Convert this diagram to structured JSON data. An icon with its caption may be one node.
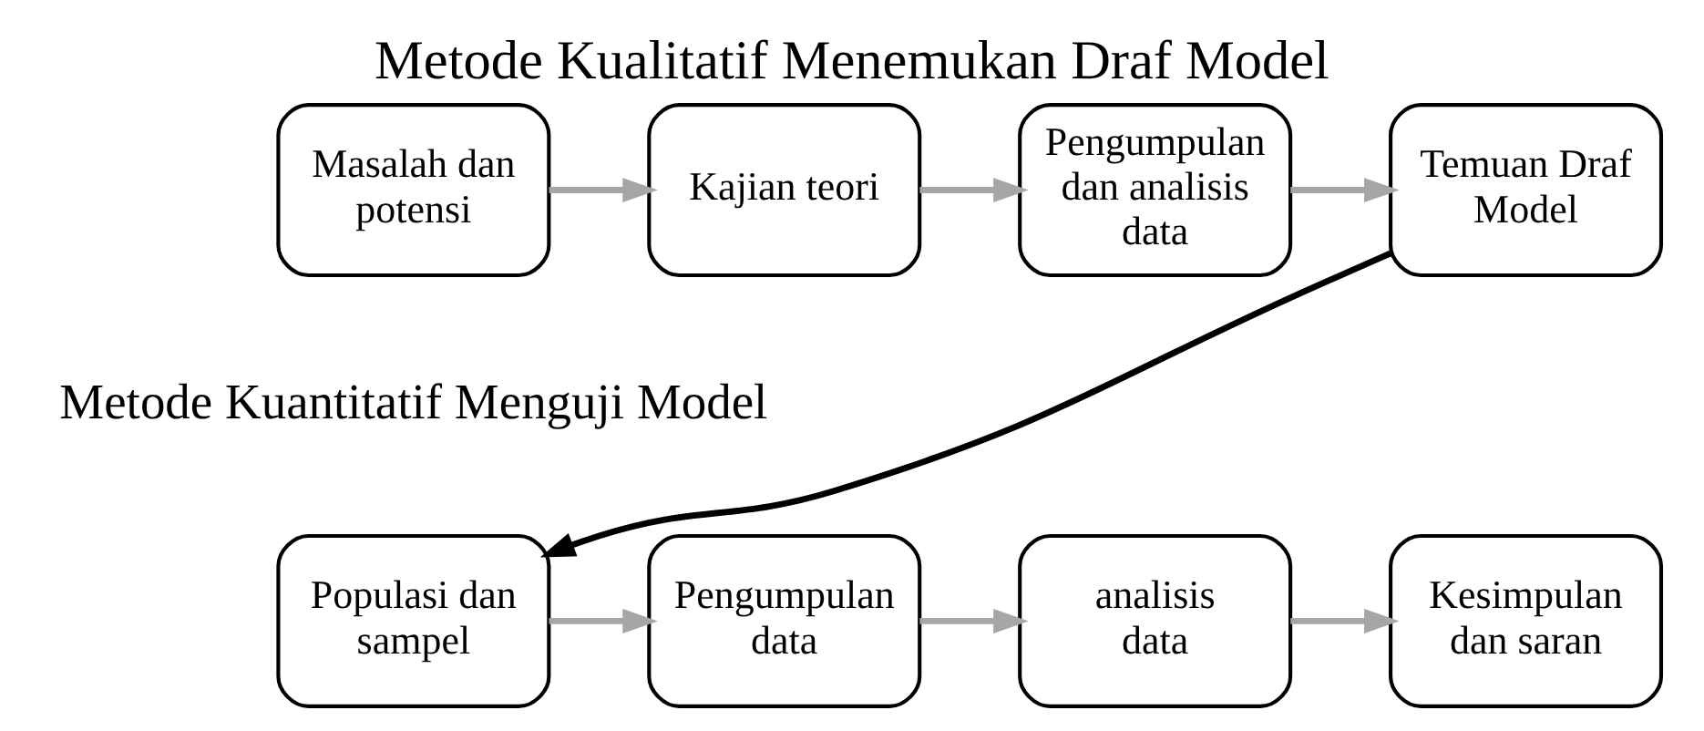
{
  "diagram": {
    "title": "Metode Kualitatif Menemukan Draf Model",
    "nodes": [
      {
        "text": [
          "Masalah dan potensi"
        ]
      },
      {
        "text": [
          "Kajian teori"
        ]
      },
      {
        "text": [
          "Pengumpulan dan analisis data"
        ]
      },
      {
        "text": [
          "Temuan Draf Model"
        ]
      },
      {
        "text": [
          "Populasi dan sampel"
        ]
      },
      {
        "text": [
          "Pengumpulan data"
        ]
      },
      {
        "text": [
          "analisis data"
        ]
      },
      {
        "text": [
          "Kesimpulan dan saran"
        ]
      }
    ],
    "edges": [
      {
        "from": 0,
        "to": 1,
        "arrow": "to"
      },
      {
        "from": 1,
        "to": 2,
        "arrow": "to"
      },
      {
        "from": 2,
        "to": 3,
        "arrow": "to"
      },
      {
        "from": 3,
        "to": 4,
        "arrow": "to",
        "color": "#000000"
      },
      {
        "from": 4,
        "to": 5,
        "arrow": "to"
      },
      {
        "from": 5,
        "to": 6,
        "arrow": "to"
      },
      {
        "from": 6,
        "to": 7,
        "arrow": "to"
      }
    ],
    "labels": [
      "Metode Kuantitatif Menguji Model"
    ]
  }
}
